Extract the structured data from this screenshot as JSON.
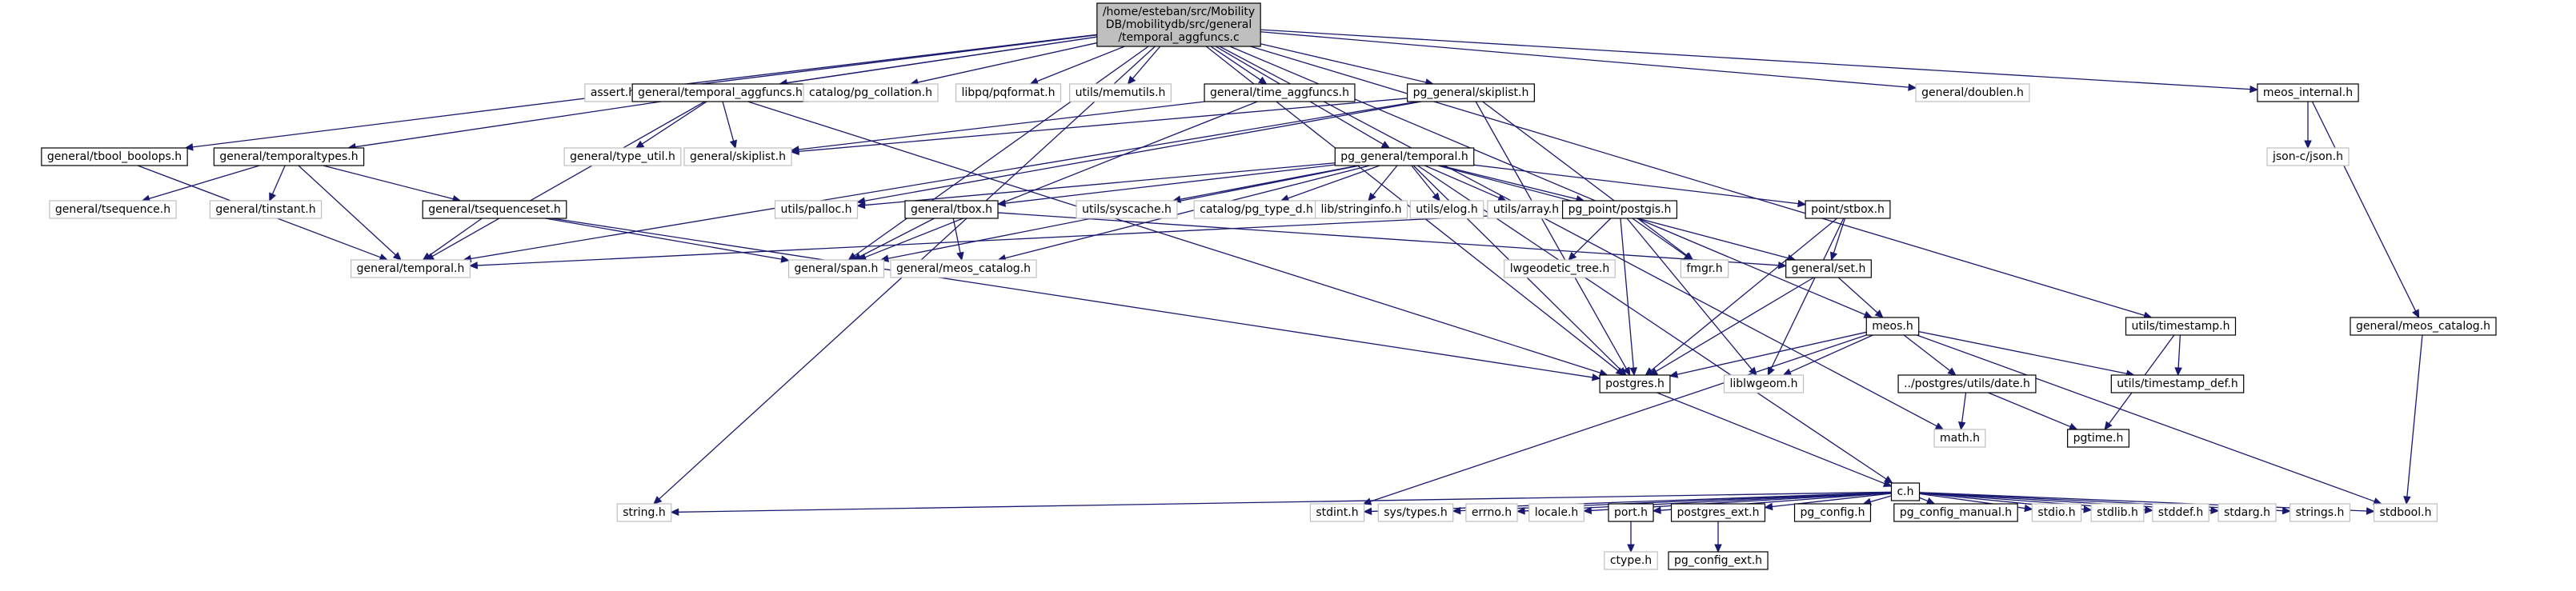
{
  "nodes": [
    {
      "id": "root",
      "lines": [
        "/home/esteban/src/Mobility",
        "DB/mobilitydb/src/general",
        "/temporal_aggfuncs.c"
      ],
      "style": "root"
    },
    {
      "id": "string_h",
      "lines": [
        "string.h"
      ],
      "style": "g"
    },
    {
      "id": "tbool_boolops",
      "lines": [
        "general/tbool_boolops.h"
      ],
      "style": "b"
    },
    {
      "id": "temporaltypes",
      "lines": [
        "general/temporaltypes.h"
      ],
      "style": "b"
    },
    {
      "id": "assert_h",
      "lines": [
        "assert.h"
      ],
      "style": "g"
    },
    {
      "id": "temporal_aggfuncs_h",
      "lines": [
        "general/temporal_aggfuncs.h"
      ],
      "style": "b"
    },
    {
      "id": "pg_collation",
      "lines": [
        "catalog/pg_collation.h"
      ],
      "style": "g"
    },
    {
      "id": "pqformat",
      "lines": [
        "libpq/pqformat.h"
      ],
      "style": "g"
    },
    {
      "id": "memutils",
      "lines": [
        "utils/memutils.h"
      ],
      "style": "g"
    },
    {
      "id": "time_aggfuncs",
      "lines": [
        "general/time_aggfuncs.h"
      ],
      "style": "b"
    },
    {
      "id": "pg_skiplist",
      "lines": [
        "pg_general/skiplist.h"
      ],
      "style": "b"
    },
    {
      "id": "doublen",
      "lines": [
        "general/doublen.h"
      ],
      "style": "g"
    },
    {
      "id": "meos_internal",
      "lines": [
        "meos_internal.h"
      ],
      "style": "b"
    },
    {
      "id": "json_c",
      "lines": [
        "json-c/json.h"
      ],
      "style": "g"
    },
    {
      "id": "type_util",
      "lines": [
        "general/type_util.h"
      ],
      "style": "g"
    },
    {
      "id": "general_skiplist",
      "lines": [
        "general/skiplist.h"
      ],
      "style": "g"
    },
    {
      "id": "pg_temporal",
      "lines": [
        "pg_general/temporal.h"
      ],
      "style": "b"
    },
    {
      "id": "tsequence",
      "lines": [
        "general/tsequence.h"
      ],
      "style": "g"
    },
    {
      "id": "tinstant",
      "lines": [
        "general/tinstant.h"
      ],
      "style": "g"
    },
    {
      "id": "tsequenceset",
      "lines": [
        "general/tsequenceset.h"
      ],
      "style": "b"
    },
    {
      "id": "general_temporal",
      "lines": [
        "general/temporal.h"
      ],
      "style": "g"
    },
    {
      "id": "palloc",
      "lines": [
        "utils/palloc.h"
      ],
      "style": "g"
    },
    {
      "id": "tbox",
      "lines": [
        "general/tbox.h"
      ],
      "style": "b"
    },
    {
      "id": "syscache",
      "lines": [
        "utils/syscache.h"
      ],
      "style": "g"
    },
    {
      "id": "pg_type_d",
      "lines": [
        "catalog/pg_type_d.h"
      ],
      "style": "g"
    },
    {
      "id": "stringinfo",
      "lines": [
        "lib/stringinfo.h"
      ],
      "style": "g"
    },
    {
      "id": "elog",
      "lines": [
        "utils/elog.h"
      ],
      "style": "g"
    },
    {
      "id": "array",
      "lines": [
        "utils/array.h"
      ],
      "style": "g"
    },
    {
      "id": "pg_point_postgis",
      "lines": [
        "pg_point/postgis.h"
      ],
      "style": "b"
    },
    {
      "id": "stbox",
      "lines": [
        "point/stbox.h"
      ],
      "style": "b"
    },
    {
      "id": "span",
      "lines": [
        "general/span.h"
      ],
      "style": "g"
    },
    {
      "id": "meos_catalog_g",
      "lines": [
        "general/meos_catalog.h"
      ],
      "style": "g"
    },
    {
      "id": "lwgeodetic_tree",
      "lines": [
        "lwgeodetic_tree.h"
      ],
      "style": "g"
    },
    {
      "id": "fmgr",
      "lines": [
        "fmgr.h"
      ],
      "style": "g"
    },
    {
      "id": "general_set",
      "lines": [
        "general/set.h"
      ],
      "style": "b"
    },
    {
      "id": "utils_timestamp",
      "lines": [
        "utils/timestamp.h"
      ],
      "style": "b"
    },
    {
      "id": "general_meos_catalog",
      "lines": [
        "general/meos_catalog.h"
      ],
      "style": "b"
    },
    {
      "id": "meos_h",
      "lines": [
        "meos.h"
      ],
      "style": "b"
    },
    {
      "id": "postgres_h",
      "lines": [
        "postgres.h"
      ],
      "style": "b"
    },
    {
      "id": "liblwgeom",
      "lines": [
        "liblwgeom.h"
      ],
      "style": "g"
    },
    {
      "id": "pg_utils_date",
      "lines": [
        "../postgres/utils/date.h"
      ],
      "style": "b"
    },
    {
      "id": "timestamp_def",
      "lines": [
        "utils/timestamp_def.h"
      ],
      "style": "b"
    },
    {
      "id": "math_h",
      "lines": [
        "math.h"
      ],
      "style": "g"
    },
    {
      "id": "pgtime",
      "lines": [
        "pgtime.h"
      ],
      "style": "b"
    },
    {
      "id": "c_h",
      "lines": [
        "c.h"
      ],
      "style": "b"
    },
    {
      "id": "stdint",
      "lines": [
        "stdint.h"
      ],
      "style": "g"
    },
    {
      "id": "sys_types",
      "lines": [
        "sys/types.h"
      ],
      "style": "g"
    },
    {
      "id": "errno",
      "lines": [
        "errno.h"
      ],
      "style": "g"
    },
    {
      "id": "locale",
      "lines": [
        "locale.h"
      ],
      "style": "g"
    },
    {
      "id": "port_h",
      "lines": [
        "port.h"
      ],
      "style": "b"
    },
    {
      "id": "postgres_ext",
      "lines": [
        "postgres_ext.h"
      ],
      "style": "b"
    },
    {
      "id": "pg_config",
      "lines": [
        "pg_config.h"
      ],
      "style": "b"
    },
    {
      "id": "pg_config_manual",
      "lines": [
        "pg_config_manual.h"
      ],
      "style": "b"
    },
    {
      "id": "stdio",
      "lines": [
        "stdio.h"
      ],
      "style": "g"
    },
    {
      "id": "stdlib",
      "lines": [
        "stdlib.h"
      ],
      "style": "g"
    },
    {
      "id": "stddef",
      "lines": [
        "stddef.h"
      ],
      "style": "g"
    },
    {
      "id": "stdarg",
      "lines": [
        "stdarg.h"
      ],
      "style": "g"
    },
    {
      "id": "strings",
      "lines": [
        "strings.h"
      ],
      "style": "g"
    },
    {
      "id": "stdbool",
      "lines": [
        "stdbool.h"
      ],
      "style": "g"
    },
    {
      "id": "ctype",
      "lines": [
        "ctype.h"
      ],
      "style": "g"
    },
    {
      "id": "pg_config_ext",
      "lines": [
        "pg_config_ext.h"
      ],
      "style": "b"
    }
  ],
  "edges": [
    [
      "root",
      "string_h"
    ],
    [
      "root",
      "tbool_boolops"
    ],
    [
      "root",
      "temporaltypes"
    ],
    [
      "root",
      "assert_h"
    ],
    [
      "root",
      "temporal_aggfuncs_h"
    ],
    [
      "root",
      "pg_collation"
    ],
    [
      "root",
      "pqformat"
    ],
    [
      "root",
      "memutils"
    ],
    [
      "root",
      "time_aggfuncs"
    ],
    [
      "root",
      "pg_skiplist"
    ],
    [
      "root",
      "doublen"
    ],
    [
      "root",
      "meos_internal"
    ],
    [
      "root",
      "pg_temporal"
    ],
    [
      "root",
      "postgres_h"
    ],
    [
      "root",
      "span"
    ],
    [
      "root",
      "utils_timestamp"
    ],
    [
      "root",
      "math_h"
    ],
    [
      "root",
      "meos_h"
    ],
    [
      "tbool_boolops",
      "general_temporal"
    ],
    [
      "temporaltypes",
      "tsequence"
    ],
    [
      "temporaltypes",
      "tinstant"
    ],
    [
      "temporaltypes",
      "tsequenceset"
    ],
    [
      "temporaltypes",
      "general_temporal"
    ],
    [
      "temporal_aggfuncs_h",
      "type_util"
    ],
    [
      "temporal_aggfuncs_h",
      "general_skiplist"
    ],
    [
      "temporal_aggfuncs_h",
      "general_temporal"
    ],
    [
      "temporal_aggfuncs_h",
      "postgres_h"
    ],
    [
      "time_aggfuncs",
      "general_skiplist"
    ],
    [
      "time_aggfuncs",
      "span"
    ],
    [
      "pg_skiplist",
      "general_skiplist"
    ],
    [
      "pg_skiplist",
      "palloc"
    ],
    [
      "pg_skiplist",
      "fmgr"
    ],
    [
      "pg_skiplist",
      "postgres_h"
    ],
    [
      "pg_skiplist",
      "general_temporal"
    ],
    [
      "meos_internal",
      "json_c"
    ],
    [
      "meos_internal",
      "general_meos_catalog"
    ],
    [
      "pg_temporal",
      "palloc"
    ],
    [
      "pg_temporal",
      "tbox"
    ],
    [
      "pg_temporal",
      "syscache"
    ],
    [
      "pg_temporal",
      "pg_type_d"
    ],
    [
      "pg_temporal",
      "stringinfo"
    ],
    [
      "pg_temporal",
      "elog"
    ],
    [
      "pg_temporal",
      "array"
    ],
    [
      "pg_temporal",
      "pg_point_postgis"
    ],
    [
      "pg_temporal",
      "stbox"
    ],
    [
      "pg_temporal",
      "span"
    ],
    [
      "pg_temporal",
      "meos_catalog_g"
    ],
    [
      "pg_temporal",
      "general_set"
    ],
    [
      "pg_temporal",
      "postgres_h"
    ],
    [
      "pg_temporal",
      "c_h"
    ],
    [
      "tsequenceset",
      "general_temporal"
    ],
    [
      "tsequenceset",
      "span"
    ],
    [
      "tsequenceset",
      "postgres_h"
    ],
    [
      "tbox",
      "span"
    ],
    [
      "tbox",
      "meos_catalog_g"
    ],
    [
      "tbox",
      "general_set"
    ],
    [
      "pg_point_postgis",
      "general_temporal"
    ],
    [
      "pg_point_postgis",
      "lwgeodetic_tree"
    ],
    [
      "pg_point_postgis",
      "fmgr"
    ],
    [
      "pg_point_postgis",
      "postgres_h"
    ],
    [
      "pg_point_postgis",
      "liblwgeom"
    ],
    [
      "stbox",
      "general_set"
    ],
    [
      "stbox",
      "postgres_h"
    ],
    [
      "stbox",
      "liblwgeom"
    ],
    [
      "general_set",
      "meos_h"
    ],
    [
      "general_set",
      "postgres_h"
    ],
    [
      "utils_timestamp",
      "timestamp_def"
    ],
    [
      "utils_timestamp",
      "pgtime"
    ],
    [
      "general_meos_catalog",
      "stdbool"
    ],
    [
      "meos_h",
      "postgres_h"
    ],
    [
      "meos_h",
      "liblwgeom"
    ],
    [
      "meos_h",
      "pg_utils_date"
    ],
    [
      "meos_h",
      "timestamp_def"
    ],
    [
      "meos_h",
      "stdint"
    ],
    [
      "meos_h",
      "stdbool"
    ],
    [
      "pg_utils_date",
      "math_h"
    ],
    [
      "pg_utils_date",
      "pgtime"
    ],
    [
      "postgres_h",
      "c_h"
    ],
    [
      "c_h",
      "string_h"
    ],
    [
      "c_h",
      "stdint"
    ],
    [
      "c_h",
      "sys_types"
    ],
    [
      "c_h",
      "errno"
    ],
    [
      "c_h",
      "locale"
    ],
    [
      "c_h",
      "port_h"
    ],
    [
      "c_h",
      "postgres_ext"
    ],
    [
      "c_h",
      "pg_config"
    ],
    [
      "c_h",
      "pg_config_manual"
    ],
    [
      "c_h",
      "stdio"
    ],
    [
      "c_h",
      "stdlib"
    ],
    [
      "c_h",
      "stddef"
    ],
    [
      "c_h",
      "stdarg"
    ],
    [
      "c_h",
      "strings"
    ],
    [
      "c_h",
      "stdbool"
    ],
    [
      "port_h",
      "ctype"
    ],
    [
      "postgres_ext",
      "pg_config_ext"
    ]
  ],
  "colors": {
    "edge": "#191970",
    "bold_border": "#000000",
    "gray_border": "#bfbfbf",
    "root_fill": "#bfbfbf"
  }
}
